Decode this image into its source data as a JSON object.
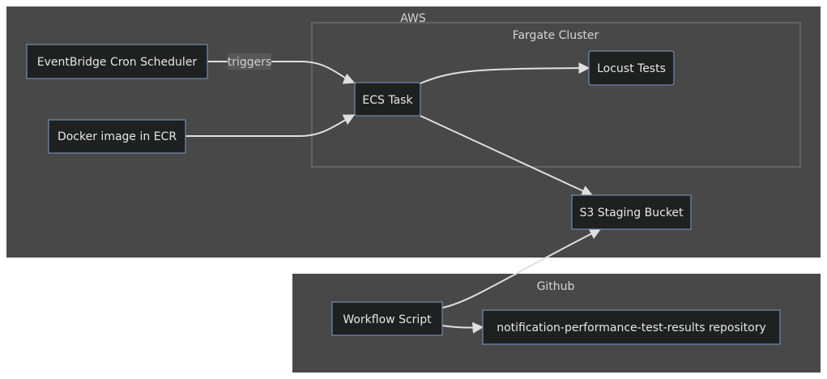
{
  "clusters": {
    "aws": "AWS",
    "fargate": "Fargate Cluster",
    "github": "Github"
  },
  "nodes": {
    "eventbridge": "EventBridge Cron Scheduler",
    "docker": "Docker image in ECR",
    "ecs_task": "ECS Task",
    "locust": "Locust Tests",
    "s3": "S3 Staging Bucket",
    "workflow": "Workflow Script",
    "repo": "notification-performance-test-results repository"
  },
  "edges": {
    "eventbridge_to_ecs": "triggers"
  },
  "colors": {
    "cluster_fill": "#474847",
    "node_fill": "#1f2020",
    "node_border": "#6f86a8",
    "edge": "#e0e0e0"
  }
}
